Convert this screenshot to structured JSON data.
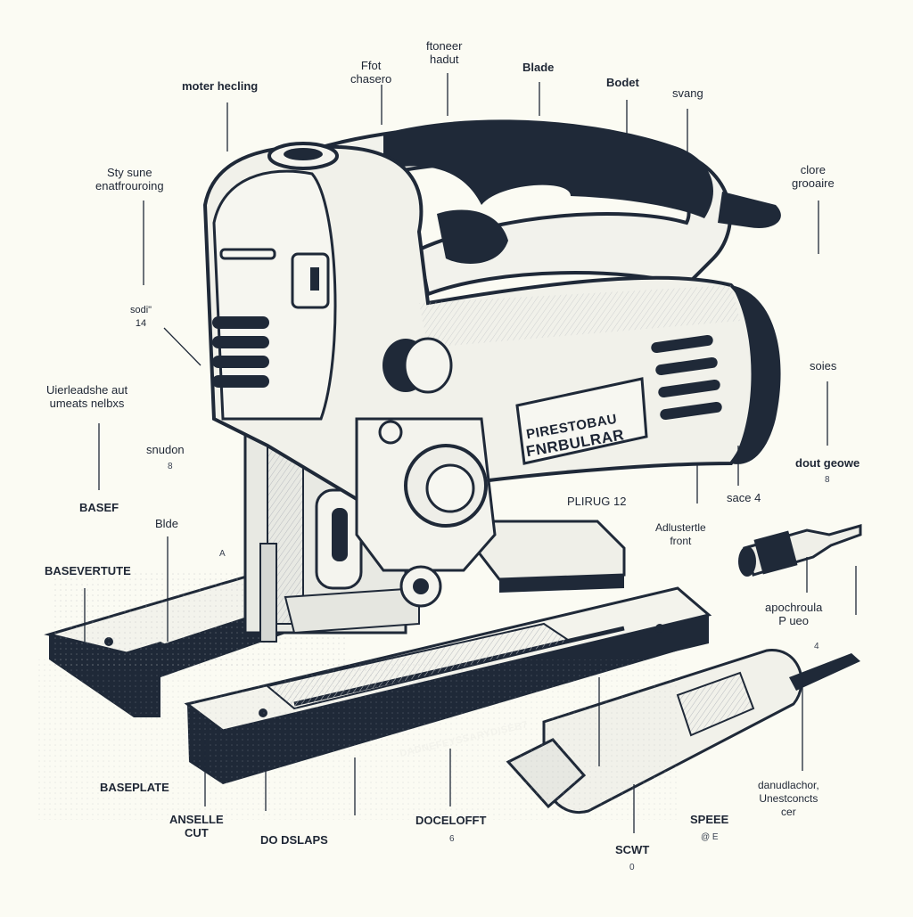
{
  "labels": {
    "motor_housing": "moter hecling",
    "top_center": "Ffot\nchasero",
    "top_upper": "ftoneer\nhadut",
    "blade_top": "Blade",
    "bodet": "Bodet",
    "svang": "svang",
    "style_speed": "Sty sune\nenatfrouroing",
    "clore_groove": "clore\ngrooaire",
    "sodi": "sodi\"\n14",
    "upper_left_desc": "Uierleadshe aut\numeats nelbxs",
    "snudon": "snudon",
    "snudon_num": "8",
    "sole": "soies",
    "dout_geowe": "dout geowe",
    "dout_num": "8",
    "pririg": "PLIRUG 12",
    "adjustable_front": "Adlustertle\nfront",
    "sace": "sace 4",
    "basef": "BASEF",
    "blde": "Blde",
    "basevertute": "BASEVERTUTE",
    "a_mark": "A",
    "apochrou": "apochroula\nP ueo",
    "plate_badge_line1": "PIRESTOBAU",
    "plate_badge_line2": "FNRBULRAR",
    "baseplate_text": "DADNEFEYSSARYDISEB7",
    "baseplate": "BASEPLATE",
    "anselle_cut": "ANSELLE\nCUT",
    "do_dslaps": "DO DSLAPS",
    "doceloft": "DOCELOFFT",
    "doceloft_num": "6",
    "scwt": "SCWT",
    "scwt_num": "0",
    "speee": "SPEEE",
    "speee_sub": "@ E",
    "danudlachor": "danudlachor,\nUnestconcts\ncer",
    "four_mark": "4"
  },
  "colors": {
    "ink": "#1c2433",
    "paper": "#fbfbf3",
    "body": "#f1f1ea",
    "shade": "#d9dbd6",
    "grip": "#1f2938"
  }
}
